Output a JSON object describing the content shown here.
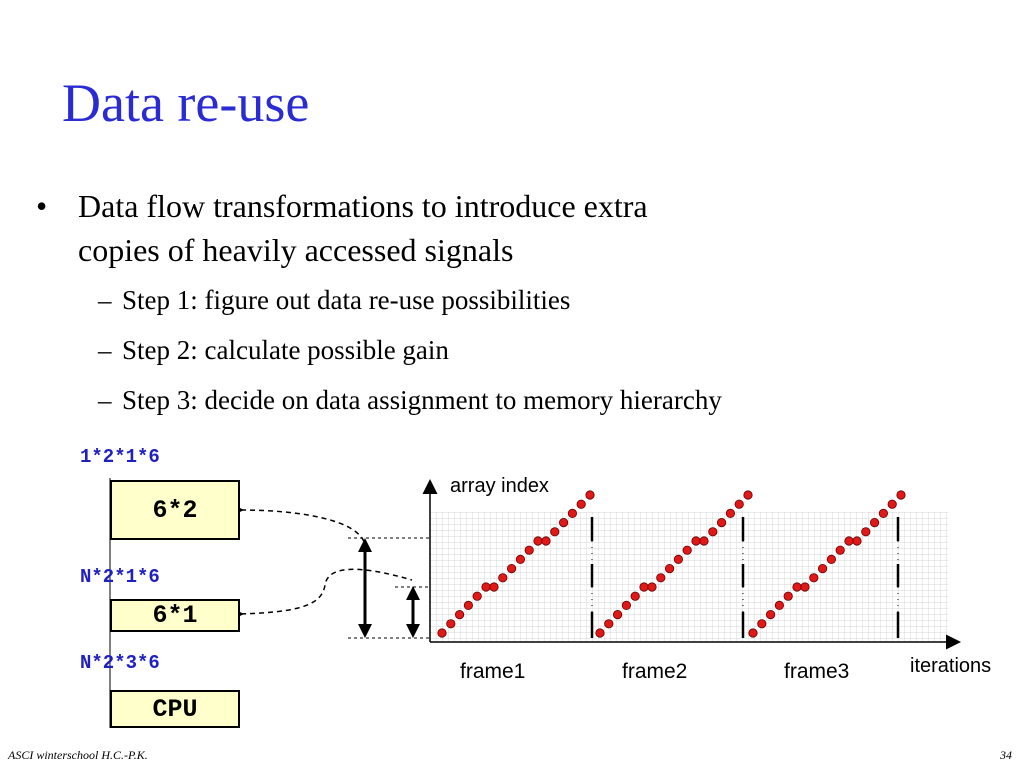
{
  "title": "Data re-use",
  "bullet": {
    "symbol": "•",
    "text_line1": "Data flow transformations to introduce extra",
    "text_line2": "copies of heavily accessed signals",
    "sub_symbol": "–",
    "steps": [
      "Step 1: figure out data re-use possibilities",
      "Step 2: calculate possible gain",
      "Step 3: decide on data assignment to memory hierarchy"
    ]
  },
  "hierarchy": {
    "levels": [
      {
        "size_label": "1*2*1*6",
        "box_label": "6*2"
      },
      {
        "size_label": "N*2*1*6",
        "box_label": "6*1"
      },
      {
        "size_label": "N*2*3*6",
        "box_label": "CPU"
      }
    ]
  },
  "plot": {
    "y_label": "array index",
    "x_label": "iterations",
    "frames": [
      "frame1",
      "frame2",
      "frame3"
    ],
    "dot_color": "#e01818",
    "dot_runs_per_frame": 3,
    "dots_per_run": 6
  },
  "footer": {
    "left": "ASCI winterschool  H.C.-P.K.",
    "page_number": "34"
  }
}
